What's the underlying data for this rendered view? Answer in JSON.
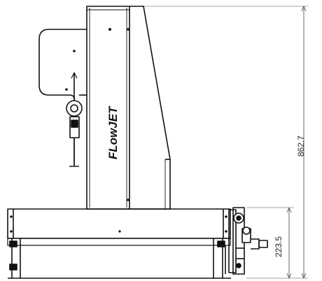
{
  "drawing": {
    "brand_mark": "FLowJET",
    "dimensions": {
      "overall_height": "862.7",
      "base_height": "223.5"
    }
  }
}
